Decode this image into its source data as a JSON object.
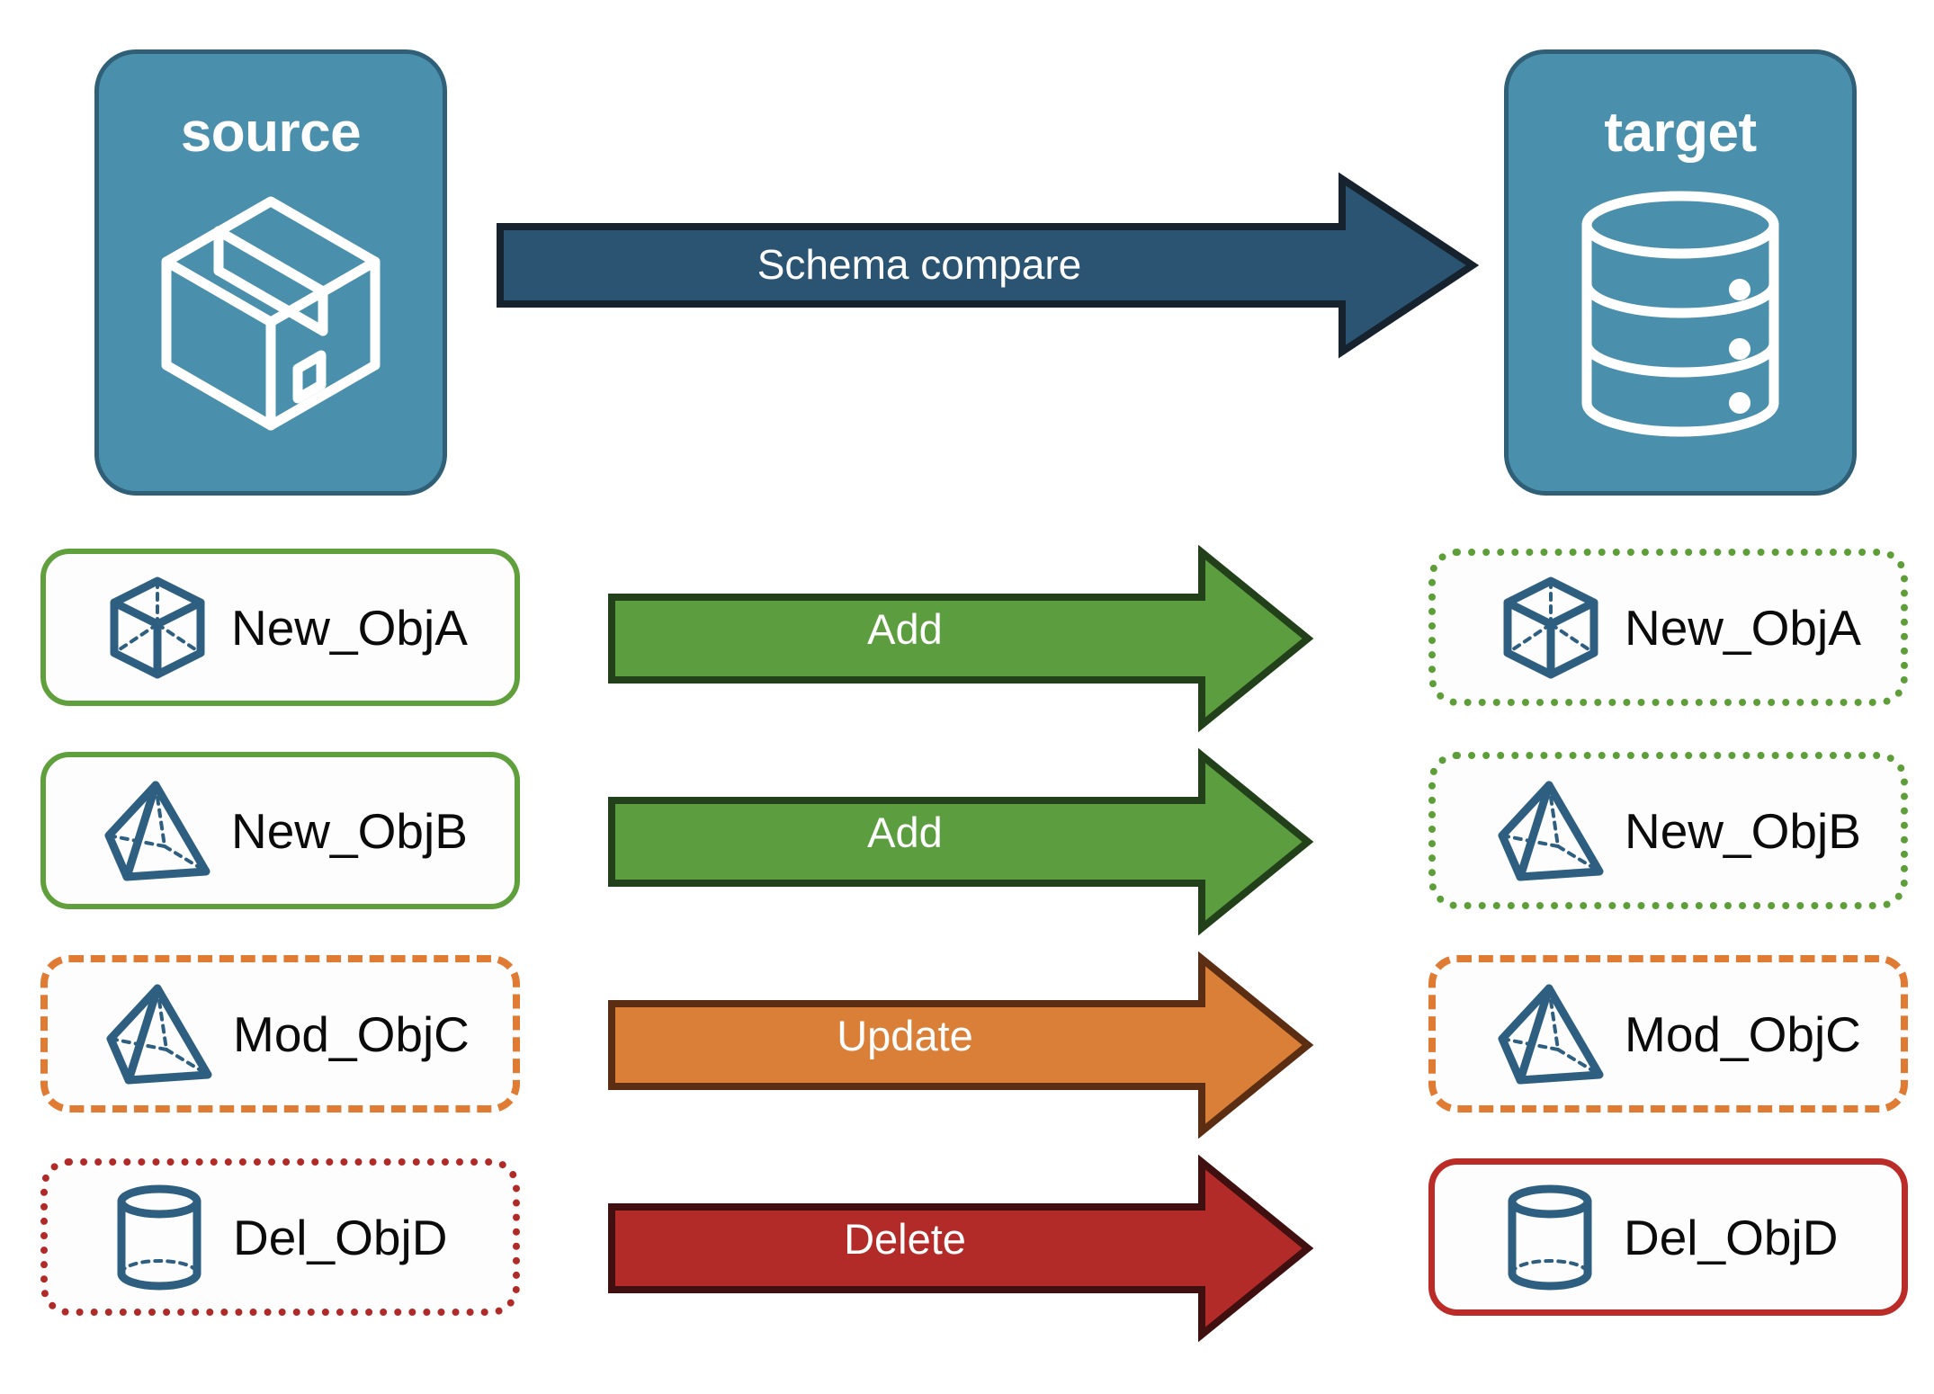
{
  "diagram": {
    "title_source": "source",
    "title_target": "target",
    "compare_arrow_label": "Schema compare",
    "colors": {
      "endpoint_fill": "#4a8fac",
      "endpoint_border": "#2f6077",
      "compare_arrow_fill": "#2b5472",
      "compare_arrow_border": "#16222e",
      "icon_blue": "#2e5f80",
      "add_fill": "#5c9e3f",
      "add_border": "#22401a",
      "update_fill": "#da7f37",
      "update_border": "#5b2d12",
      "delete_fill": "#b22b28",
      "delete_border": "#3f100f",
      "green": "#60a03c",
      "orange": "#e07b33",
      "red": "#b02a27",
      "text": "#0b0b0b"
    },
    "source_icon": "package-box-icon",
    "target_icon": "database-cylinder-icon",
    "rows": [
      {
        "action": "Add",
        "source_label": "New_ObjA",
        "target_label": "New_ObjA",
        "source_icon": "cube-wireframe-icon",
        "target_icon": "cube-wireframe-icon",
        "source_border": "solid-green",
        "target_border": "dotted-green",
        "arrow_color": "green"
      },
      {
        "action": "Add",
        "source_label": "New_ObjB",
        "target_label": "New_ObjB",
        "source_icon": "pyramid-wireframe-icon",
        "target_icon": "pyramid-wireframe-icon",
        "source_border": "solid-green",
        "target_border": "dotted-green",
        "arrow_color": "green"
      },
      {
        "action": "Update",
        "source_label": "Mod_ObjC",
        "target_label": "Mod_ObjC",
        "source_icon": "pyramid-wireframe-icon",
        "target_icon": "pyramid-wireframe-icon",
        "source_border": "dashed-orange",
        "target_border": "dashed-orange",
        "arrow_color": "orange"
      },
      {
        "action": "Delete",
        "source_label": "Del_ObjD",
        "target_label": "Del_ObjD",
        "source_icon": "cylinder-wireframe-icon",
        "target_icon": "cylinder-wireframe-icon",
        "source_border": "dotted-red",
        "target_border": "solid-red",
        "arrow_color": "red"
      }
    ]
  }
}
